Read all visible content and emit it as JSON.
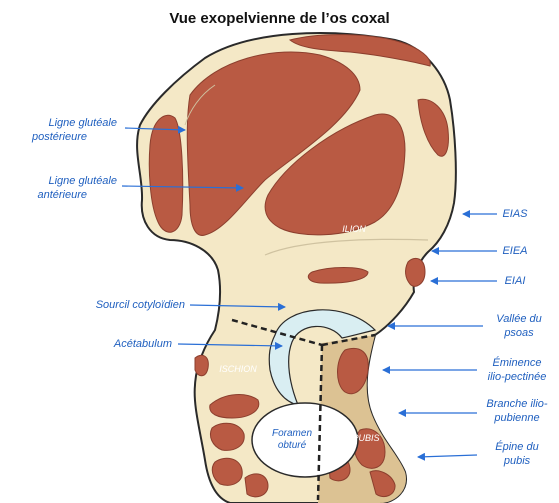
{
  "title": "Vue exopelvienne de l’os coxal",
  "colors": {
    "bone": "#f4e8c6",
    "bone_outline": "#2a2a2a",
    "pubis_fill": "#dcc293",
    "muscle": "#b95a43",
    "muscle_edge": "#8c3f2e",
    "cartilage": "#d9eef2",
    "label": "#1f5fbf",
    "arrow": "#2a6fd6",
    "dashed": "#222222"
  },
  "labels": {
    "ligne_glut_post_1": "Ligne glutéale",
    "ligne_glut_post_2": "postérieure",
    "ligne_glut_ant_1": "Ligne glutéale",
    "ligne_glut_ant_2": "antérieure",
    "sourcil": "Sourcil cotyloïdien",
    "acetabulum": "Acétabulum",
    "eias": "EIAS",
    "eiea": "EIEA",
    "eiai": "EIAI",
    "vallee_1": "Vallée du",
    "vallee_2": "psoas",
    "eminence_1": "Éminence",
    "eminence_2": "ilio-pectinée",
    "branche_1": "Branche ilio-",
    "branche_2": "pubienne",
    "epine_1": "Épine du",
    "epine_2": "pubis"
  },
  "regions": {
    "ilion": "ILION",
    "ischion": "ISCHION",
    "pubis": "PUBIS",
    "foramen_1": "Foramen",
    "foramen_2": "obturé"
  }
}
